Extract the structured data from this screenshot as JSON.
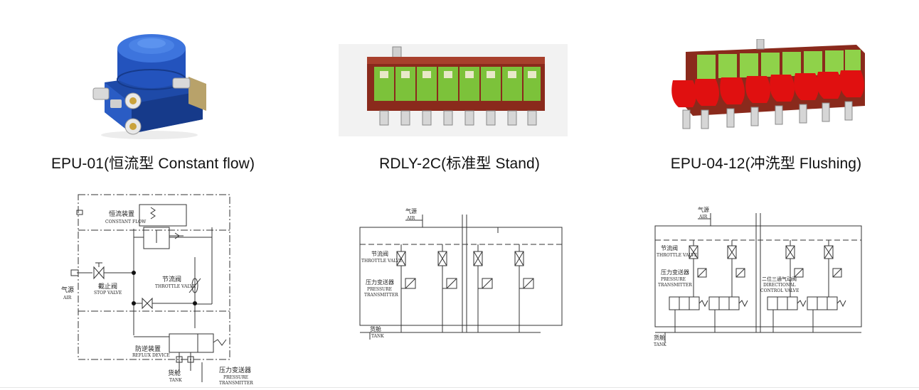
{
  "products": [
    {
      "caption": "EPU-01(恒流型 Constant flow)",
      "schematic": {
        "constant_flow_cn": "恒流装置",
        "constant_flow_en": "CONSTANT FLOW",
        "throttle_cn": "节流阀",
        "throttle_en": "THROTTLE VALVE",
        "stop_cn": "截止阀",
        "stop_en": "STOP VALVE",
        "air_cn": "气源",
        "air_en": "AIR",
        "reflux_cn": "防逆装置",
        "reflux_en": "REFLUX DEVICE",
        "tank_cn": "货舱",
        "tank_en": "TANK",
        "pressure_cn": "压力变送器",
        "pressure_en1": "PRESSURE",
        "pressure_en2": "TRANSMITTER"
      }
    },
    {
      "caption": "RDLY-2C(标准型 Stand)",
      "schematic": {
        "air_cn": "气源",
        "air_en": "AIR",
        "throttle_cn": "节流阀",
        "throttle_en": "THROTTLE VALVE",
        "pressure_cn": "压力变送器",
        "pressure_en1": "PRESSURE",
        "pressure_en2": "TRANSMITTER",
        "tank_cn": "货舱",
        "tank_en": "TANK"
      }
    },
    {
      "caption": "EPU-04-12(冲洗型 Flushing)",
      "schematic": {
        "air_cn": "气源",
        "air_en": "AIR",
        "throttle_cn": "节流阀",
        "throttle_en": "THROTTLE VALVE",
        "pressure_cn": "压力变送器",
        "pressure_en1": "PRESSURE",
        "pressure_en2": "TRANSMITTER",
        "directional_cn": "二位三通气动阀",
        "directional_en1": "DIRECTIONAL",
        "directional_en2": "CONTROL VALVE",
        "tank_cn": "货舱",
        "tank_en": "TANK"
      }
    }
  ],
  "colors": {
    "blue_body": "#1f4fb5",
    "manifold_brown": "#8a2a1c",
    "module_green": "#7cc23a",
    "valve_red": "#e01010",
    "line": "#333333"
  }
}
